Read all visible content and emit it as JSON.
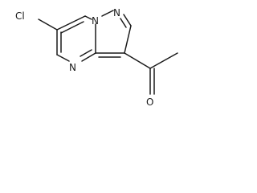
{
  "molecule": {
    "atoms": {
      "chlorine": "Cl",
      "n_bridge": "N",
      "n_pyrazole": "N",
      "n_pyrimidine": "N",
      "carbonyl_oxygen": "O"
    }
  },
  "colors": {
    "bond": "#1a1a1a",
    "label": "#1a1a1a",
    "background": "#ffffff"
  }
}
